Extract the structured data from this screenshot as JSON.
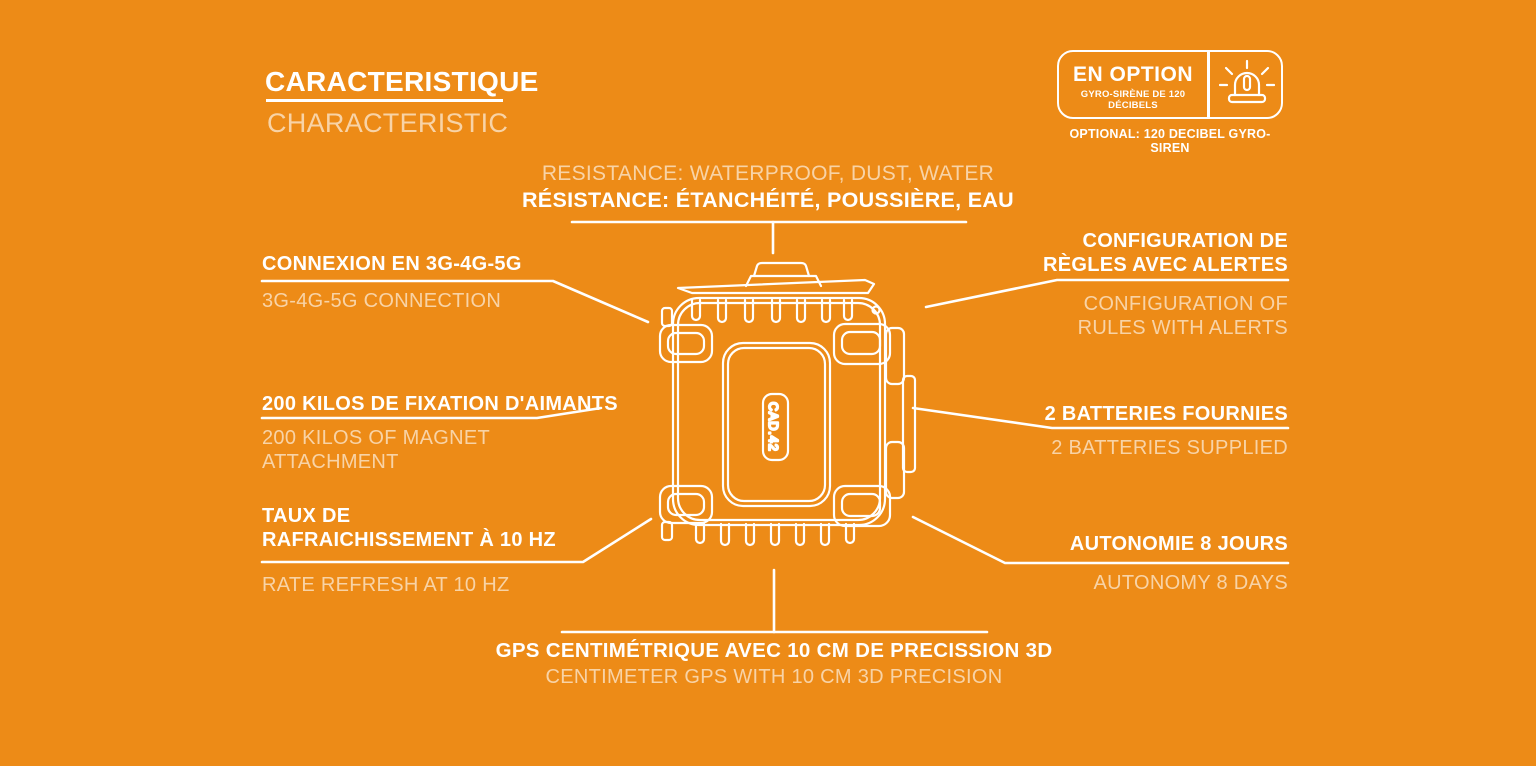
{
  "colors": {
    "background": "#ED8B17",
    "primary_text": "#FFFFFF",
    "secondary_text": "rgba(255,255,255,0.62)",
    "line": "#FFFFFF"
  },
  "header": {
    "title_fr": "CARACTERISTIQUE",
    "title_en": "CHARACTERISTIC"
  },
  "option_badge": {
    "label_fr": "EN OPTION",
    "sublabel_fr": "GYRO-SIRÈNE DE 120 DÉCIBELS",
    "caption_en": "OPTIONAL: 120 DECIBEL GYRO-SIREN",
    "icon": "gyro-siren-icon"
  },
  "device": {
    "label": "CAD.42",
    "illustration": "rugged-case-top-view"
  },
  "features": {
    "resistance": {
      "en": "RESISTANCE: WATERPROOF, DUST, WATER",
      "fr": "RÉSISTANCE: ÉTANCHÉITÉ, POUSSIÈRE, EAU"
    },
    "connection": {
      "fr": "CONNEXION EN 3G-4G-5G",
      "en": "3G-4G-5G CONNECTION"
    },
    "magnet": {
      "fr": "200 KILOS DE FIXATION D'AIMANTS",
      "en": "200 KILOS OF MAGNET\nATTACHMENT"
    },
    "refresh": {
      "fr": "TAUX DE\nRAFRAICHISSEMENT À 10 HZ",
      "en": "RATE REFRESH AT 10 HZ"
    },
    "configuration": {
      "fr": "CONFIGURATION DE\nRÈGLES AVEC ALERTES",
      "en": "CONFIGURATION OF\nRULES WITH ALERTS"
    },
    "batteries": {
      "fr": "2 BATTERIES FOURNIES",
      "en": "2 BATTERIES SUPPLIED"
    },
    "autonomy": {
      "fr": "AUTONOMIE 8 JOURS",
      "en": "AUTONOMY 8 DAYS"
    },
    "gps": {
      "fr": "GPS CENTIMÉTRIQUE AVEC 10 CM DE PRECISSION 3D",
      "en": "CENTIMETER GPS WITH 10 CM 3D PRECISION"
    }
  }
}
